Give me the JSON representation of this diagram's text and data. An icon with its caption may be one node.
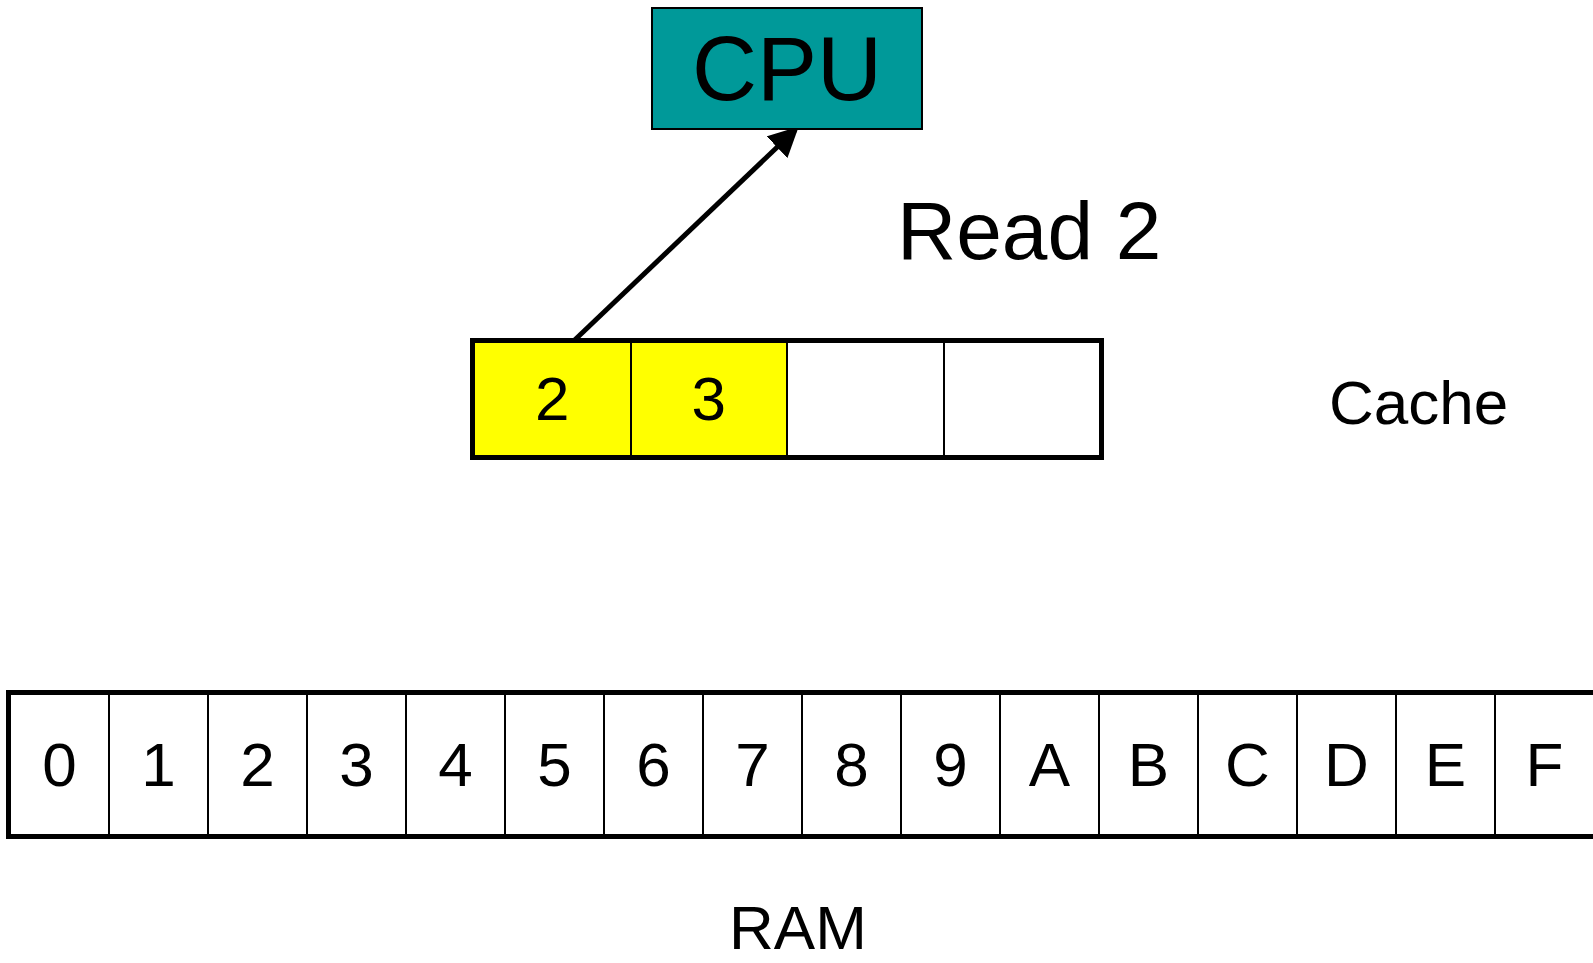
{
  "diagram": {
    "nodes": [
      {
        "text": [
          "CPU"
        ]
      },
      {
        "text": [],
        "shape": "box",
        "beside": [
          "Cache"
        ]
      },
      {
        "text": [
          "2"
        ],
        "in": 1
      },
      {
        "text": [
          "3"
        ],
        "in": 1
      },
      {
        "text": [],
        "shape": "box",
        "in": 1
      },
      {
        "text": [],
        "shape": "box",
        "in": 1
      },
      {
        "text": [],
        "shape": "box",
        "beside": [
          "RAM"
        ]
      },
      {
        "text": [
          "0"
        ],
        "in": 6
      },
      {
        "text": [
          "1"
        ],
        "in": 6
      },
      {
        "text": [
          "2"
        ],
        "in": 6
      },
      {
        "text": [
          "3"
        ],
        "in": 6
      },
      {
        "text": [
          "4"
        ],
        "in": 6
      },
      {
        "text": [
          "5"
        ],
        "in": 6
      },
      {
        "text": [
          "6"
        ],
        "in": 6
      },
      {
        "text": [
          "7"
        ],
        "in": 6
      },
      {
        "text": [
          "8"
        ],
        "in": 6
      },
      {
        "text": [
          "9"
        ],
        "in": 6
      },
      {
        "text": [
          "A"
        ],
        "in": 6
      },
      {
        "text": [
          "B"
        ],
        "in": 6
      },
      {
        "text": [
          "C"
        ],
        "in": 6
      },
      {
        "text": [
          "D"
        ],
        "in": 6
      },
      {
        "text": [
          "E"
        ],
        "in": 6
      },
      {
        "text": [
          "F"
        ],
        "in": 6
      }
    ],
    "edges": [
      {
        "from": 2,
        "to": 0,
        "arrow": "to"
      }
    ],
    "labels": [
      "Read 2"
    ]
  }
}
